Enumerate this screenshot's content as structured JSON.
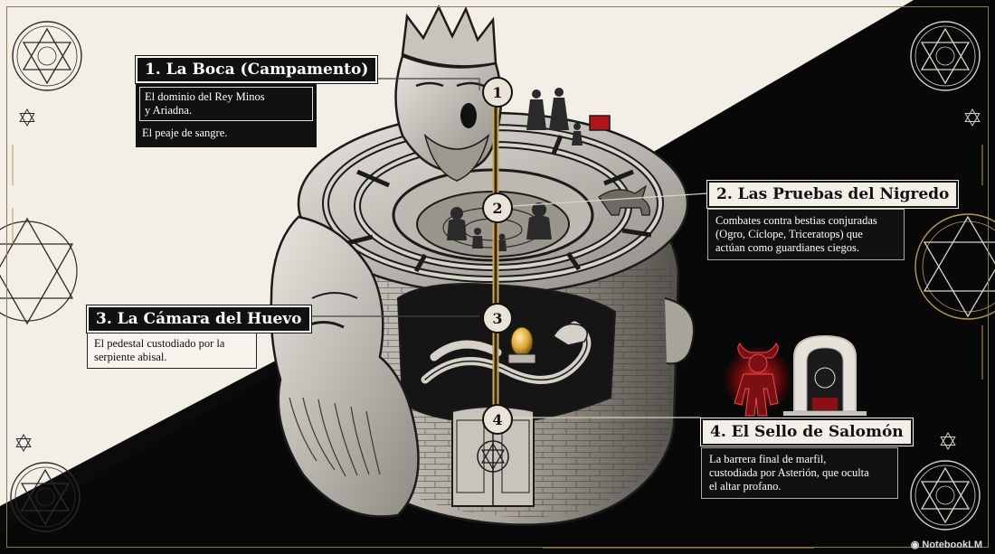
{
  "labels": [
    {
      "number": "1",
      "title": "1. La Boca (Campamento)",
      "lines": [
        "El dominio del Rey Minos",
        "y Ariadna.",
        "El peaje de sangre."
      ]
    },
    {
      "number": "2",
      "title": "2. Las Pruebas del Nigredo",
      "lines": [
        "Combates contra bestias conjuradas",
        "(Ogro, Cíclope, Triceratops) que",
        "actúan como guardianes ciegos."
      ]
    },
    {
      "number": "3",
      "title": "3. La Cámara del Huevo",
      "lines": [
        "El pedestal custodiado por la",
        "serpiente abisal."
      ]
    },
    {
      "number": "4",
      "title": "4. El Sello de Salomón",
      "lines": [
        "La barrera final de marfil,",
        "custodiada por Asterión, que oculta",
        "el altar profano."
      ]
    }
  ],
  "watermark": "NotebookLM",
  "colors": {
    "light_bg": "#f3efe6",
    "dark_bg": "#0b0b0b",
    "gold": "#b79a5a",
    "accent_red": "#b3131b",
    "egg_gold": "#d9a93a"
  }
}
